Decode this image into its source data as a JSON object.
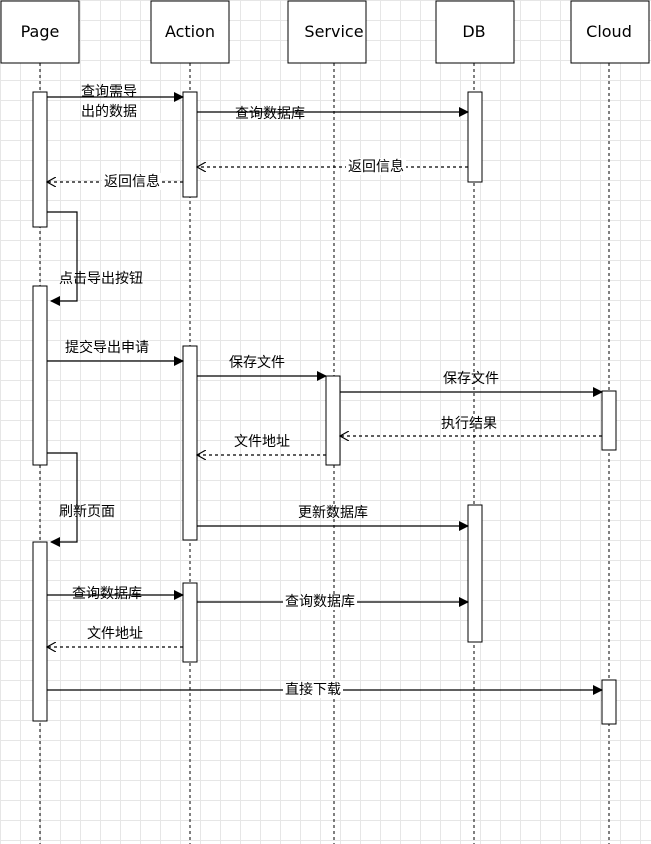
{
  "participants": [
    {
      "id": "page",
      "label": "Page"
    },
    {
      "id": "action",
      "label": "Action"
    },
    {
      "id": "service",
      "label": "Service"
    },
    {
      "id": "db",
      "label": "DB"
    },
    {
      "id": "cloud",
      "label": "Cloud"
    }
  ],
  "messages": [
    {
      "id": "m1",
      "lines": [
        "查询需导",
        "出的数据"
      ],
      "style": "solid"
    },
    {
      "id": "m2",
      "lines": [
        "查询数据库"
      ],
      "style": "solid"
    },
    {
      "id": "m3",
      "lines": [
        "返回信息"
      ],
      "style": "dashed"
    },
    {
      "id": "m4",
      "lines": [
        "返回信息"
      ],
      "style": "dashed"
    },
    {
      "id": "m5",
      "lines": [
        "点击导出按钮"
      ],
      "style": "self"
    },
    {
      "id": "m6",
      "lines": [
        "提交导出申请"
      ],
      "style": "solid"
    },
    {
      "id": "m7",
      "lines": [
        "保存文件"
      ],
      "style": "solid"
    },
    {
      "id": "m8",
      "lines": [
        "保存文件"
      ],
      "style": "solid"
    },
    {
      "id": "m9",
      "lines": [
        "执行结果"
      ],
      "style": "dashed"
    },
    {
      "id": "m10",
      "lines": [
        "文件地址"
      ],
      "style": "dashed"
    },
    {
      "id": "m11",
      "lines": [
        "刷新页面"
      ],
      "style": "self"
    },
    {
      "id": "m12",
      "lines": [
        "更新数据库"
      ],
      "style": "solid"
    },
    {
      "id": "m13",
      "lines": [
        "查询数据库"
      ],
      "style": "solid"
    },
    {
      "id": "m14",
      "lines": [
        "查询数据库"
      ],
      "style": "solid"
    },
    {
      "id": "m15",
      "lines": [
        "文件地址"
      ],
      "style": "dashed"
    },
    {
      "id": "m16",
      "lines": [
        "直接下载"
      ],
      "style": "solid"
    }
  ]
}
